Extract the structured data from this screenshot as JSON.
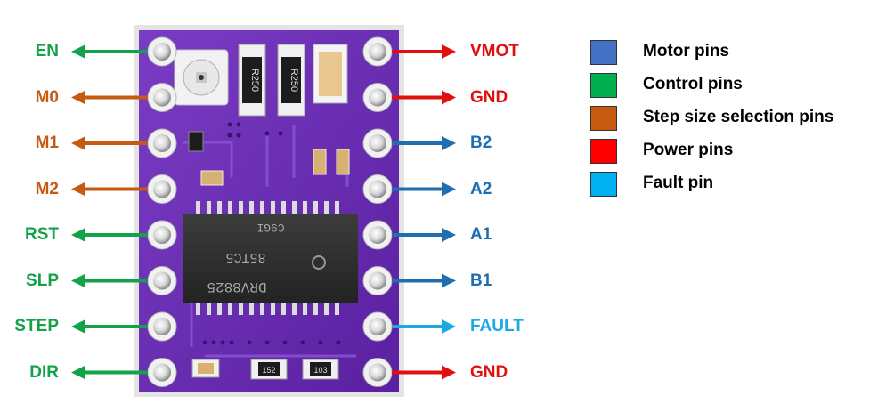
{
  "board": {
    "chip_marking": [
      "DRV8825",
      "85TC5",
      "C9GI"
    ],
    "resistor_markings": [
      "R250",
      "R250"
    ],
    "small_markings": [
      "152",
      "103"
    ]
  },
  "pins_left": [
    {
      "label": "EN",
      "group": "control"
    },
    {
      "label": "M0",
      "group": "step"
    },
    {
      "label": "M1",
      "group": "step"
    },
    {
      "label": "M2",
      "group": "step"
    },
    {
      "label": "RST",
      "group": "control"
    },
    {
      "label": "SLP",
      "group": "control"
    },
    {
      "label": "STEP",
      "group": "control"
    },
    {
      "label": "DIR",
      "group": "control"
    }
  ],
  "pins_right": [
    {
      "label": "VMOT",
      "group": "power"
    },
    {
      "label": "GND",
      "group": "power"
    },
    {
      "label": "B2",
      "group": "motor"
    },
    {
      "label": "A2",
      "group": "motor"
    },
    {
      "label": "A1",
      "group": "motor"
    },
    {
      "label": "B1",
      "group": "motor"
    },
    {
      "label": "FAULT",
      "group": "fault"
    },
    {
      "label": "GND",
      "group": "power"
    }
  ],
  "legend": [
    {
      "label": "Motor pins",
      "group": "motor",
      "swatch": "#4472c4"
    },
    {
      "label": "Control pins",
      "group": "control",
      "swatch": "#00b050"
    },
    {
      "label": "Step size selection pins",
      "group": "step",
      "swatch": "#c55a11"
    },
    {
      "label": "Power pins",
      "group": "power",
      "swatch": "#ff0000"
    },
    {
      "label": "Fault pin",
      "group": "fault",
      "swatch": "#00b0f0"
    }
  ],
  "colors": {
    "motor": "#1f6fb0",
    "control": "#12a24a",
    "step": "#c55a11",
    "power": "#e01010",
    "fault": "#1aa8e6",
    "board": "#6a2bb0"
  }
}
